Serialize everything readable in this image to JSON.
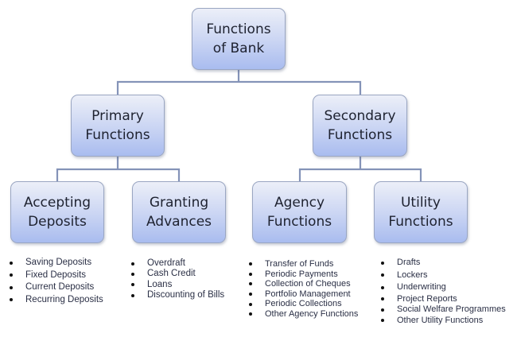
{
  "diagram": {
    "type": "hierarchy",
    "colors": {
      "box_fill_top": "#eceff8",
      "box_fill_bottom": "#a9bcef",
      "box_border": "#9aa6c2",
      "connector": "#8493b8",
      "text": "#1e2230"
    },
    "root": {
      "label_line1": "Functions",
      "label_line2": "of Bank"
    },
    "level1": {
      "primary": {
        "label_line1": "Primary",
        "label_line2": "Functions"
      },
      "secondary": {
        "label_line1": "Secondary",
        "label_line2": "Functions"
      }
    },
    "level2": {
      "accepting": {
        "label_line1": "Accepting",
        "label_line2": "Deposits",
        "items": [
          "Saving Deposits",
          "Fixed Deposits",
          "Current Deposits",
          "Recurring Deposits"
        ]
      },
      "granting": {
        "label_line1": "Granting",
        "label_line2": "Advances",
        "items": [
          "Overdraft",
          "Cash Credit",
          "Loans",
          "Discounting of Bills"
        ]
      },
      "agency": {
        "label_line1": "Agency",
        "label_line2": "Functions",
        "items": [
          "Transfer of Funds",
          "Periodic Payments",
          "Collection of Cheques",
          "Portfolio Management",
          "Periodic Collections",
          "Other Agency Functions"
        ]
      },
      "utility": {
        "label_line1": "Utility",
        "label_line2": "Functions",
        "items": [
          "Drafts",
          "Lockers",
          "Underwriting",
          "Project Reports",
          "Social Welfare Programmes",
          "Other Utility Functions"
        ]
      }
    }
  }
}
